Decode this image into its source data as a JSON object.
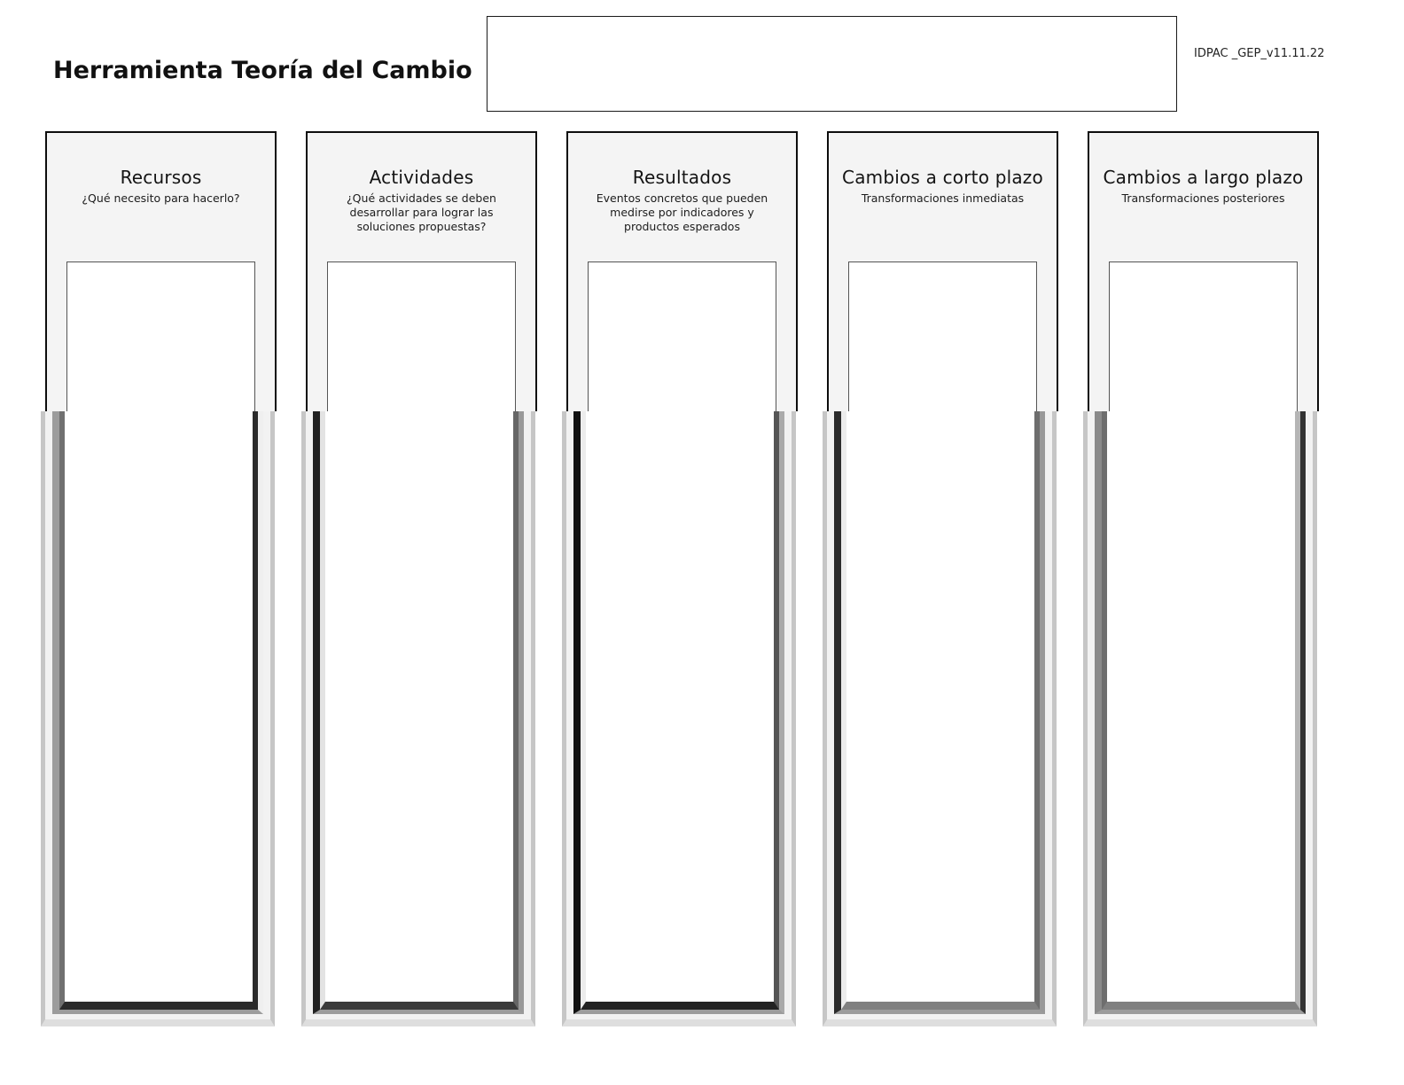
{
  "page": {
    "title": "Herramienta Teoría del Cambio",
    "version": "IDPAC _GEP_v11.11.22",
    "note_box_value": ""
  },
  "columns": [
    {
      "title": "Recursos",
      "subtitle": "¿Qué necesito para hacerlo?",
      "content": ""
    },
    {
      "title": "Actividades",
      "subtitle": "¿Qué actividades se deben desarrollar para lograr las soluciones propuestas?",
      "content": ""
    },
    {
      "title": "Resultados",
      "subtitle": "Eventos concretos que pueden medirse por indicadores y productos esperados",
      "content": ""
    },
    {
      "title": "Cambios a corto plazo",
      "subtitle": "Transformaciones inmediatas",
      "content": ""
    },
    {
      "title": "Cambios a largo plazo",
      "subtitle": "Transformaciones posteriores",
      "content": ""
    }
  ],
  "colors": {
    "card_background": "#f4f4f4",
    "card_border": "#0d0d0d",
    "box_shadow_gray": "#c6c6c6",
    "box_border_dark": "#2b2b2b"
  }
}
